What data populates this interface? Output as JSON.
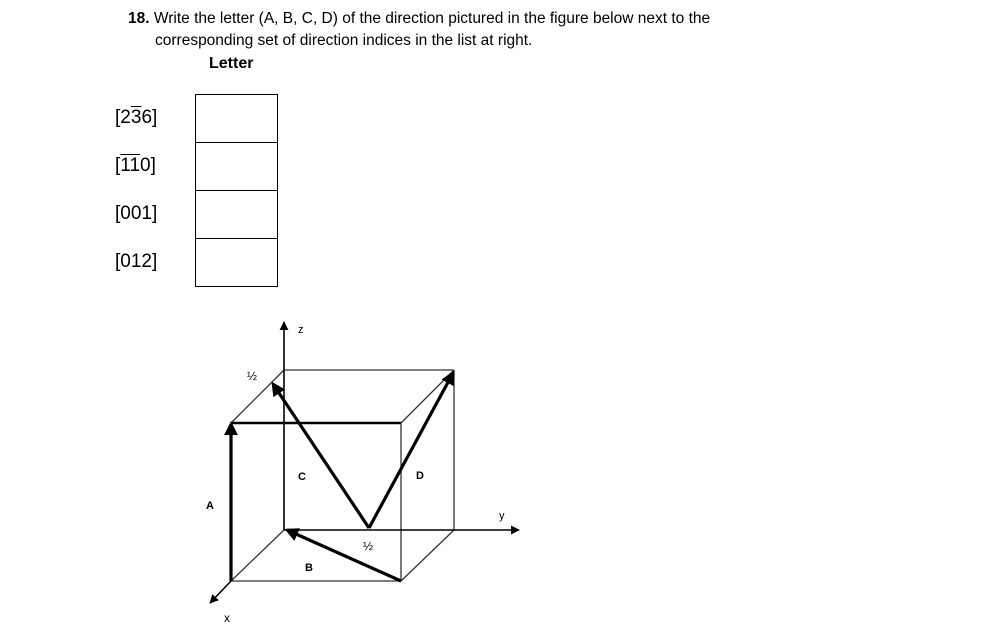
{
  "question": {
    "number": "18.",
    "line1": "Write the letter (A, B, C, D) of the direction pictured in the figure below next to the",
    "line2": "corresponding set of direction indices in the list at right."
  },
  "table": {
    "heading": "Letter",
    "rows": [
      {
        "pre": "[2",
        "bar": "3",
        "post": "6]",
        "answer": ""
      },
      {
        "pre": "[",
        "bar": "11",
        "post": "0]",
        "answer": ""
      },
      {
        "pre": "[001]",
        "bar": "",
        "post": "",
        "answer": ""
      },
      {
        "pre": "[012]",
        "bar": "",
        "post": "",
        "answer": ""
      }
    ]
  },
  "figure": {
    "axes": {
      "x": "x",
      "y": "y",
      "z": "z"
    },
    "vectors": [
      "A",
      "B",
      "C",
      "D"
    ],
    "fractions": {
      "top": "½",
      "bottom": "½"
    }
  }
}
